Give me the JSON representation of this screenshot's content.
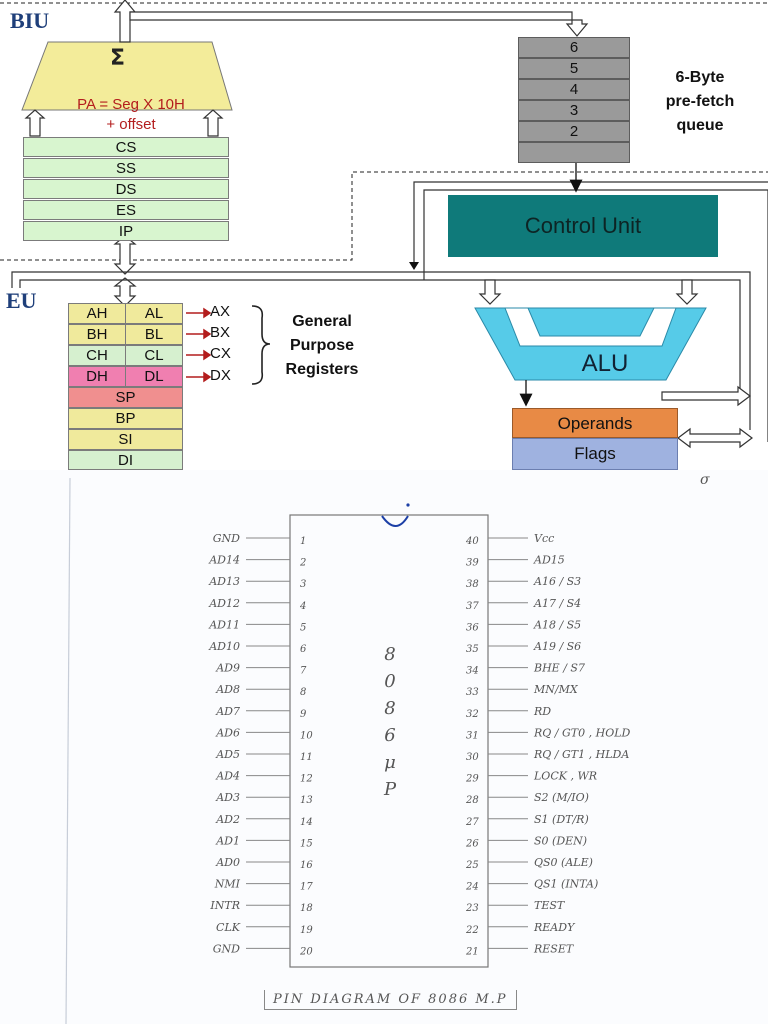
{
  "biu": {
    "title": "BIU",
    "sigma": "Σ",
    "pa_line1": "PA = Seg X 10H",
    "pa_line2": "+ offset",
    "segments": [
      "CS",
      "SS",
      "DS",
      "ES",
      "IP"
    ]
  },
  "queue": {
    "cells": [
      "6",
      "5",
      "4",
      "3",
      "2",
      ""
    ],
    "label_line1": "6-Byte",
    "label_line2": "pre-fetch",
    "label_line3": "queue"
  },
  "control_unit": "Control Unit",
  "eu": {
    "title": "EU",
    "pairs": [
      {
        "high": "AH",
        "low": "AL",
        "reg": "AX"
      },
      {
        "high": "BH",
        "low": "BL",
        "reg": "BX"
      },
      {
        "high": "CH",
        "low": "CL",
        "reg": "CX"
      },
      {
        "high": "DH",
        "low": "DL",
        "reg": "DX"
      }
    ],
    "pointers": [
      "SP",
      "BP",
      "SI",
      "DI"
    ],
    "gpr_line1": "General",
    "gpr_line2": "Purpose",
    "gpr_line3": "Registers",
    "alu": "ALU",
    "operands": "Operands",
    "flags": "Flags"
  },
  "colors": {
    "adder": "#f3ec9a",
    "segments": "#d8f5cf",
    "queue": "#9a9a9a",
    "control_unit": "#0f7a7a",
    "alu": "#56cbe8",
    "operands": "#e88a45",
    "flags": "#9fb2e0",
    "reg_yellow": "#f0ea9c",
    "reg_green": "#d6f0cf",
    "reg_pink": "#f07fb0",
    "reg_red": "#f08f8f"
  },
  "pin_diagram": {
    "chip_text": [
      "8",
      "0",
      "8",
      "6",
      "μ",
      "P"
    ],
    "left_pins": [
      {
        "num": "1",
        "label": "GND"
      },
      {
        "num": "2",
        "label": "AD14"
      },
      {
        "num": "3",
        "label": "AD13"
      },
      {
        "num": "4",
        "label": "AD12"
      },
      {
        "num": "5",
        "label": "AD11"
      },
      {
        "num": "6",
        "label": "AD10"
      },
      {
        "num": "7",
        "label": "AD9"
      },
      {
        "num": "8",
        "label": "AD8"
      },
      {
        "num": "9",
        "label": "AD7"
      },
      {
        "num": "10",
        "label": "AD6"
      },
      {
        "num": "11",
        "label": "AD5"
      },
      {
        "num": "12",
        "label": "AD4"
      },
      {
        "num": "13",
        "label": "AD3"
      },
      {
        "num": "14",
        "label": "AD2"
      },
      {
        "num": "15",
        "label": "AD1"
      },
      {
        "num": "16",
        "label": "AD0"
      },
      {
        "num": "17",
        "label": "NMI"
      },
      {
        "num": "18",
        "label": "INTR"
      },
      {
        "num": "19",
        "label": "CLK"
      },
      {
        "num": "20",
        "label": "GND"
      }
    ],
    "right_pins": [
      {
        "num": "40",
        "label": "Vcc"
      },
      {
        "num": "39",
        "label": "AD15"
      },
      {
        "num": "38",
        "label": "A16 / S3"
      },
      {
        "num": "37",
        "label": "A17 / S4"
      },
      {
        "num": "36",
        "label": "A18 / S5"
      },
      {
        "num": "35",
        "label": "A19 / S6"
      },
      {
        "num": "34",
        "label": "BHE / S7"
      },
      {
        "num": "33",
        "label": "MN/MX"
      },
      {
        "num": "32",
        "label": "RD"
      },
      {
        "num": "31",
        "label": "RQ / GT0 , HOLD"
      },
      {
        "num": "30",
        "label": "RQ / GT1 , HLDA"
      },
      {
        "num": "29",
        "label": "LOCK , WR"
      },
      {
        "num": "28",
        "label": "S2   (M/IO)"
      },
      {
        "num": "27",
        "label": "S1   (DT/R)"
      },
      {
        "num": "26",
        "label": "S0   (DEN)"
      },
      {
        "num": "25",
        "label": "QS0  (ALE)"
      },
      {
        "num": "24",
        "label": "QS1  (INTA)"
      },
      {
        "num": "23",
        "label": "TEST"
      },
      {
        "num": "22",
        "label": "READY"
      },
      {
        "num": "21",
        "label": "RESET"
      }
    ],
    "caption": "PIN DIAGRAM OF 8086 M.P"
  }
}
